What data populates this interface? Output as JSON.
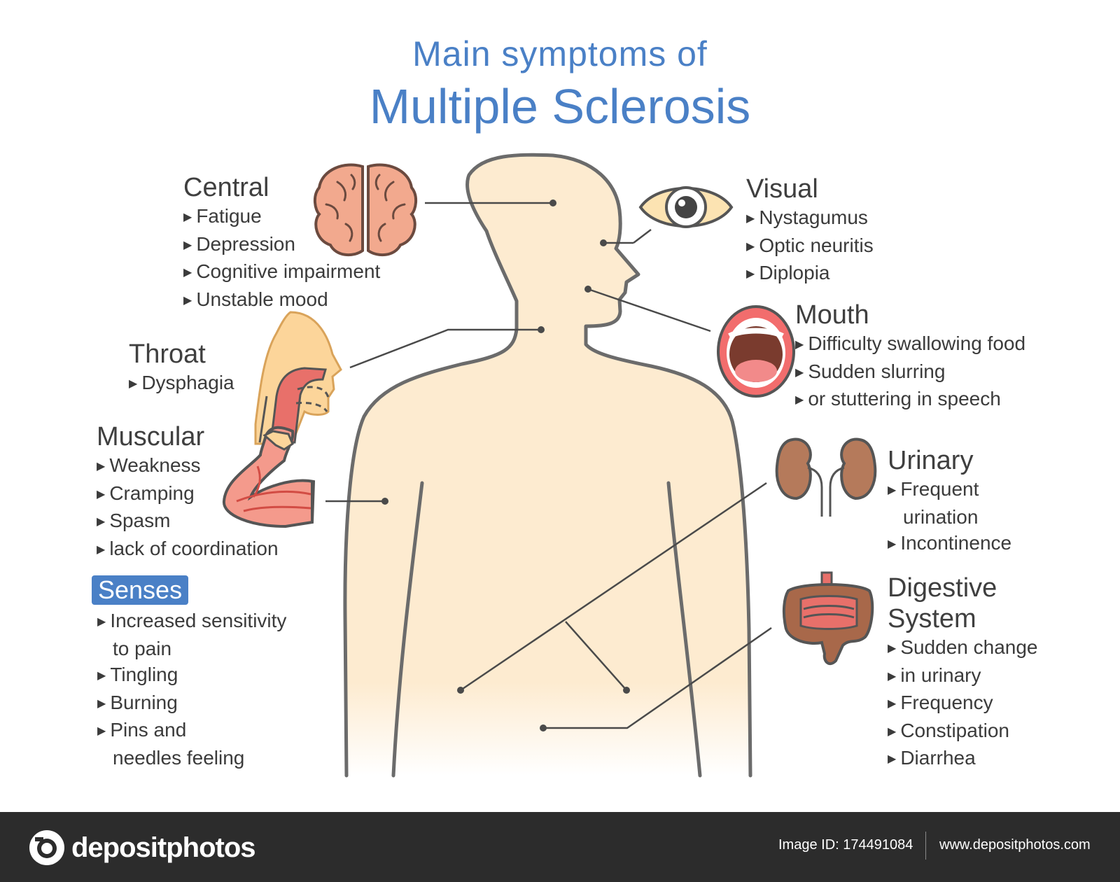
{
  "title": {
    "line1": "Main symptoms of",
    "line2": "Multiple Sclerosis"
  },
  "groups": {
    "central": {
      "title": "Central",
      "items": [
        "Fatigue",
        "Depression",
        "Cognitive impairment",
        "Unstable mood"
      ]
    },
    "throat": {
      "title": "Throat",
      "items": [
        "Dysphagia"
      ]
    },
    "muscular": {
      "title": "Muscular",
      "items": [
        "Weakness",
        "Cramping",
        "Spasm",
        "lack of coordination"
      ]
    },
    "senses": {
      "title": "Senses",
      "items": [
        "Increased sensitivity",
        "to pain",
        "Tingling",
        "Burning",
        "Pins and",
        "needles feeling"
      ]
    },
    "visual": {
      "title": "Visual",
      "items": [
        "Nystagumus",
        "Optic neuritis",
        "Diplopia"
      ]
    },
    "mouth": {
      "title": "Mouth",
      "items": [
        "Difficulty swallowing food",
        "Sudden slurring",
        "or stuttering in speech"
      ]
    },
    "urinary": {
      "title": "Urinary",
      "items": [
        "Frequent",
        "urination",
        "Incontinence"
      ]
    },
    "digestive": {
      "title_line1": "Digestive",
      "title_line2": "System",
      "items": [
        "Sudden change",
        "in urinary",
        "Frequency",
        "Constipation",
        "Diarrhea"
      ]
    }
  },
  "footer": {
    "logo_text": "depositphotos",
    "image_id": "Image ID: 174491084",
    "site": "www.depositphotos.com"
  },
  "colors": {
    "title_blue": "#4a80c6",
    "skin": "#fdebd0",
    "outline": "#6b6b6b",
    "footer_bg": "#2c2c2c"
  },
  "icons": [
    "brain-icon",
    "eye-icon",
    "throat-icon",
    "mouth-icon",
    "arm-muscle-icon",
    "kidneys-icon",
    "intestines-icon",
    "camera-logo-icon"
  ]
}
